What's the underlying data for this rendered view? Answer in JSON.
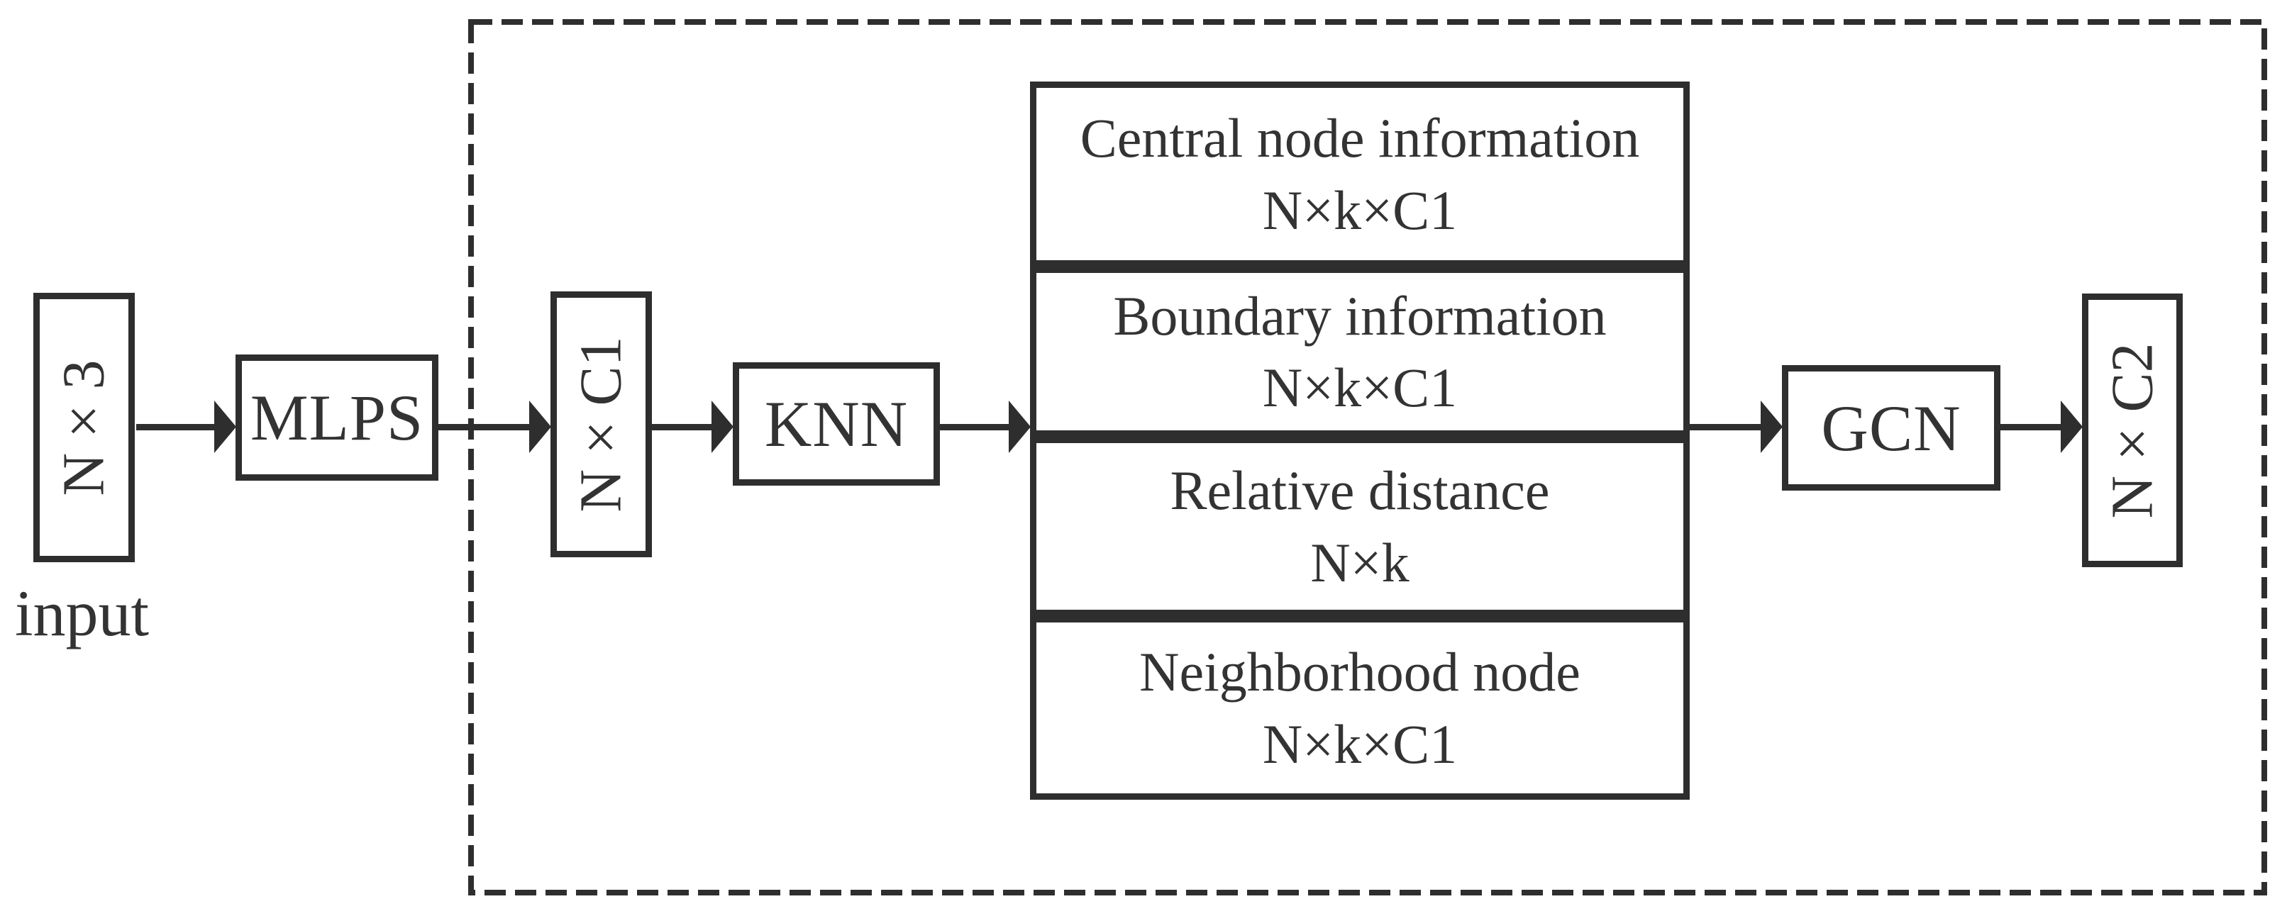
{
  "diagram": {
    "description": "Point-cloud graph convolution module flow diagram",
    "colors": {
      "stroke": "#2e2e2e",
      "text": "#333333",
      "background": "#ffffff"
    },
    "input_box": {
      "label": "N × 3"
    },
    "input_caption": "input",
    "mlps_box": {
      "label": "MLPS"
    },
    "nc1_box": {
      "label": "N × C1"
    },
    "knn_box": {
      "label": "KNN"
    },
    "stack": {
      "sections": [
        {
          "title": "Central node information",
          "dim": "N×k×C1"
        },
        {
          "title": "Boundary information",
          "dim": "N×k×C1"
        },
        {
          "title": "Relative distance",
          "dim": "N×k"
        },
        {
          "title": "Neighborhood node",
          "dim": "N×k×C1"
        }
      ]
    },
    "gcn_box": {
      "label": "GCN"
    },
    "output_box": {
      "label": "N × C2"
    }
  }
}
